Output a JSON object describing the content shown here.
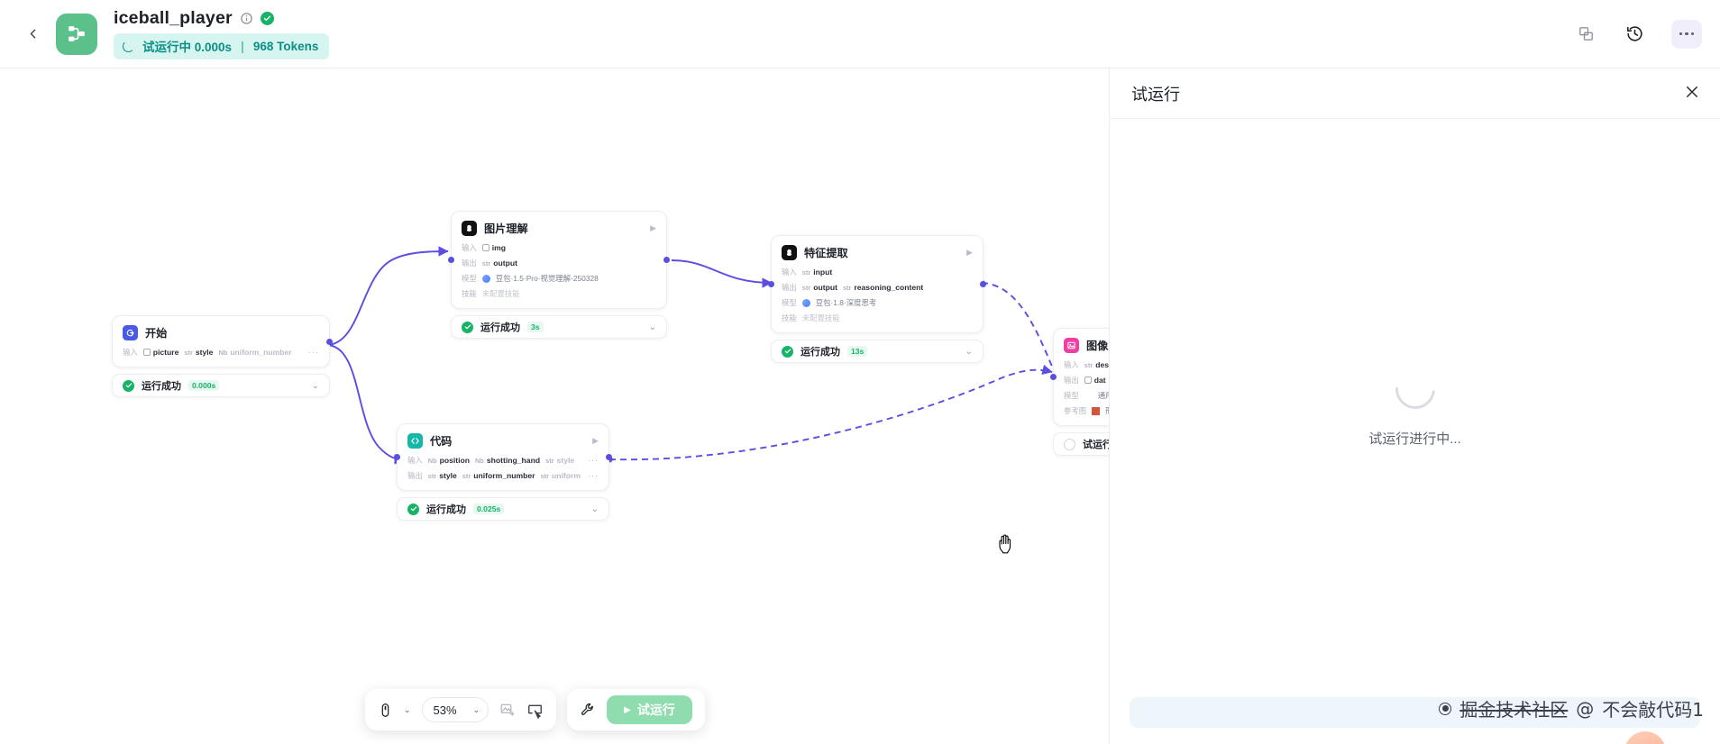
{
  "header": {
    "back_icon": "chevron-left-icon",
    "logo_icon": "workflow-share-icon",
    "title": "iceball_player",
    "info_icon": "info-circle-icon",
    "verified_icon": "verified-check-icon",
    "run_status": {
      "spinner_icon": "loading-spinner-icon",
      "label": "试运行中 0.000s",
      "separator": "|",
      "tokens": "968 Tokens"
    },
    "actions": [
      {
        "name": "duplicate-icon",
        "glyph": "copy"
      },
      {
        "name": "history-icon",
        "glyph": "clock-back"
      },
      {
        "name": "more-icon",
        "glyph": "ellipsis"
      }
    ]
  },
  "canvas": {
    "cursor": "grab-hand-cursor",
    "nodes": [
      {
        "id": "start",
        "icon": "start-node-icon",
        "icon_color": "#4a5ae8",
        "title": "开始",
        "rows": [
          {
            "label": "输入",
            "chips": [
              {
                "type": "img",
                "name": "picture"
              },
              {
                "type": "str",
                "name": "style"
              },
              {
                "type": "Nb",
                "name": "uniform_number",
                "dim": true
              }
            ],
            "ellipsis": "···"
          }
        ],
        "status": {
          "icon": "success-check-icon",
          "text": "运行成功",
          "time": "0.000s",
          "chevron": "chevron-down-icon"
        }
      },
      {
        "id": "image-understanding",
        "icon": "doubao-model-icon",
        "icon_color": "#111111",
        "title": "图片理解",
        "rows": [
          {
            "label": "输入",
            "chips": [
              {
                "type": "img",
                "name": "img"
              }
            ]
          },
          {
            "label": "输出",
            "chips": [
              {
                "type": "str",
                "name": "output"
              }
            ]
          },
          {
            "label": "模型",
            "model": "豆包·1.5·Pro·视觉理解-250328"
          },
          {
            "label": "技能",
            "skill": "未配置技能"
          }
        ],
        "status": {
          "icon": "success-check-icon",
          "text": "运行成功",
          "time": "3s",
          "chevron": "chevron-down-icon"
        }
      },
      {
        "id": "feature-extraction",
        "icon": "doubao-model-icon",
        "icon_color": "#111111",
        "title": "特征提取",
        "rows": [
          {
            "label": "输入",
            "chips": [
              {
                "type": "str",
                "name": "input"
              }
            ]
          },
          {
            "label": "输出",
            "chips": [
              {
                "type": "str",
                "name": "output"
              },
              {
                "type": "str",
                "name": "reasoning_content"
              }
            ]
          },
          {
            "label": "模型",
            "model": "豆包·1.8·深度思考"
          },
          {
            "label": "技能",
            "skill": "未配置技能"
          }
        ],
        "status": {
          "icon": "success-check-icon",
          "text": "运行成功",
          "time": "13s",
          "chevron": "chevron-down-icon"
        }
      },
      {
        "id": "code",
        "icon": "code-node-icon",
        "icon_color": "#15b8a6",
        "title": "代码",
        "rows": [
          {
            "label": "输入",
            "chips": [
              {
                "type": "Nb",
                "name": "position"
              },
              {
                "type": "Nb",
                "name": "shotting_hand"
              },
              {
                "type": "str",
                "name": "style",
                "dim": true
              }
            ],
            "ellipsis": "···"
          },
          {
            "label": "输出",
            "chips": [
              {
                "type": "str",
                "name": "style"
              },
              {
                "type": "str",
                "name": "uniform_number"
              },
              {
                "type": "str",
                "name": "uniform",
                "dim": true
              }
            ],
            "ellipsis": "···"
          }
        ],
        "status": {
          "icon": "success-check-icon",
          "text": "运行成功",
          "time": "0.025s",
          "chevron": "chevron-down-icon"
        }
      },
      {
        "id": "image-generation",
        "icon": "image-generate-icon",
        "icon_color": "#ef3fa0",
        "title": "图像生成",
        "rows": [
          {
            "label": "输入",
            "chips": [
              {
                "type": "str",
                "name": "des"
              }
            ]
          },
          {
            "label": "输出",
            "chips": [
              {
                "type": "img",
                "name": "dat"
              }
            ]
          },
          {
            "label": "模型",
            "model": "通用"
          },
          {
            "label": "参考图",
            "model": "形状"
          }
        ],
        "status": {
          "icon": "pending-circle-icon",
          "text": "试运行中",
          "time": "",
          "chevron": "chevron-down-icon"
        }
      }
    ]
  },
  "toolbar": {
    "pointer_icon": "mouse-pointer-icon",
    "pointer_chevron": "chevron-down-icon",
    "zoom_value": "53%",
    "zoom_chevron": "chevron-down-icon",
    "fit_icon": "fit-view-icon",
    "screenshot_icon": "screenshot-icon",
    "tools_icon": "wrench-icon",
    "run_play_icon": "play-triangle-icon",
    "run_label": "试运行"
  },
  "panel": {
    "title": "试运行",
    "close_icon": "close-x-icon",
    "spinner_icon": "loading-spinner-large-icon",
    "loading_text": "试运行进行中...",
    "input_placeholder": ""
  },
  "watermark": {
    "dot_icon": "record-dot-icon",
    "site": "掘金技术社区",
    "at": "@",
    "user": "不会敲代码1"
  }
}
